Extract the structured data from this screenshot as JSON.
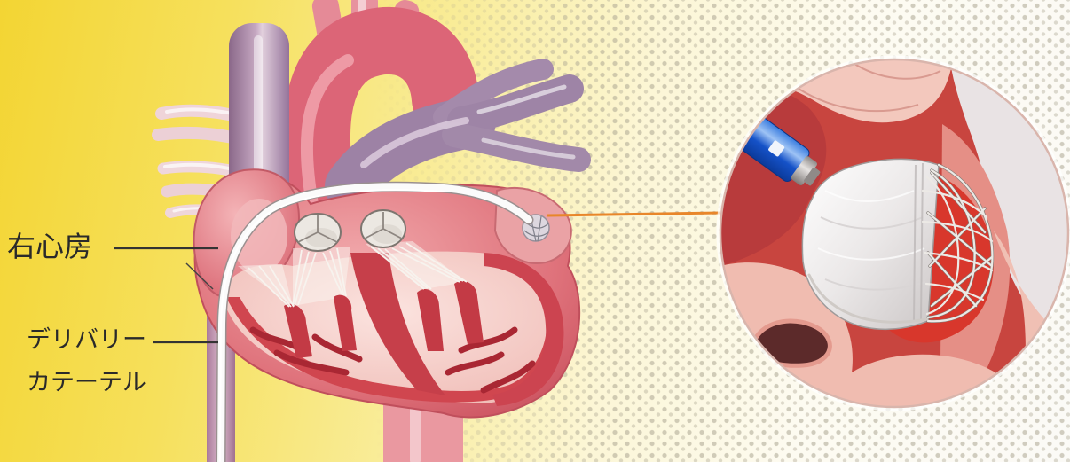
{
  "labels": {
    "right_atrium": "右心房",
    "delivery_catheter": [
      "デリバリー",
      "カテーテル"
    ]
  },
  "colors": {
    "connector_line": "#e8862a",
    "label_text": "#2a2a2a",
    "leader_line": "#333333",
    "catheter_tip": "#1552c8"
  }
}
